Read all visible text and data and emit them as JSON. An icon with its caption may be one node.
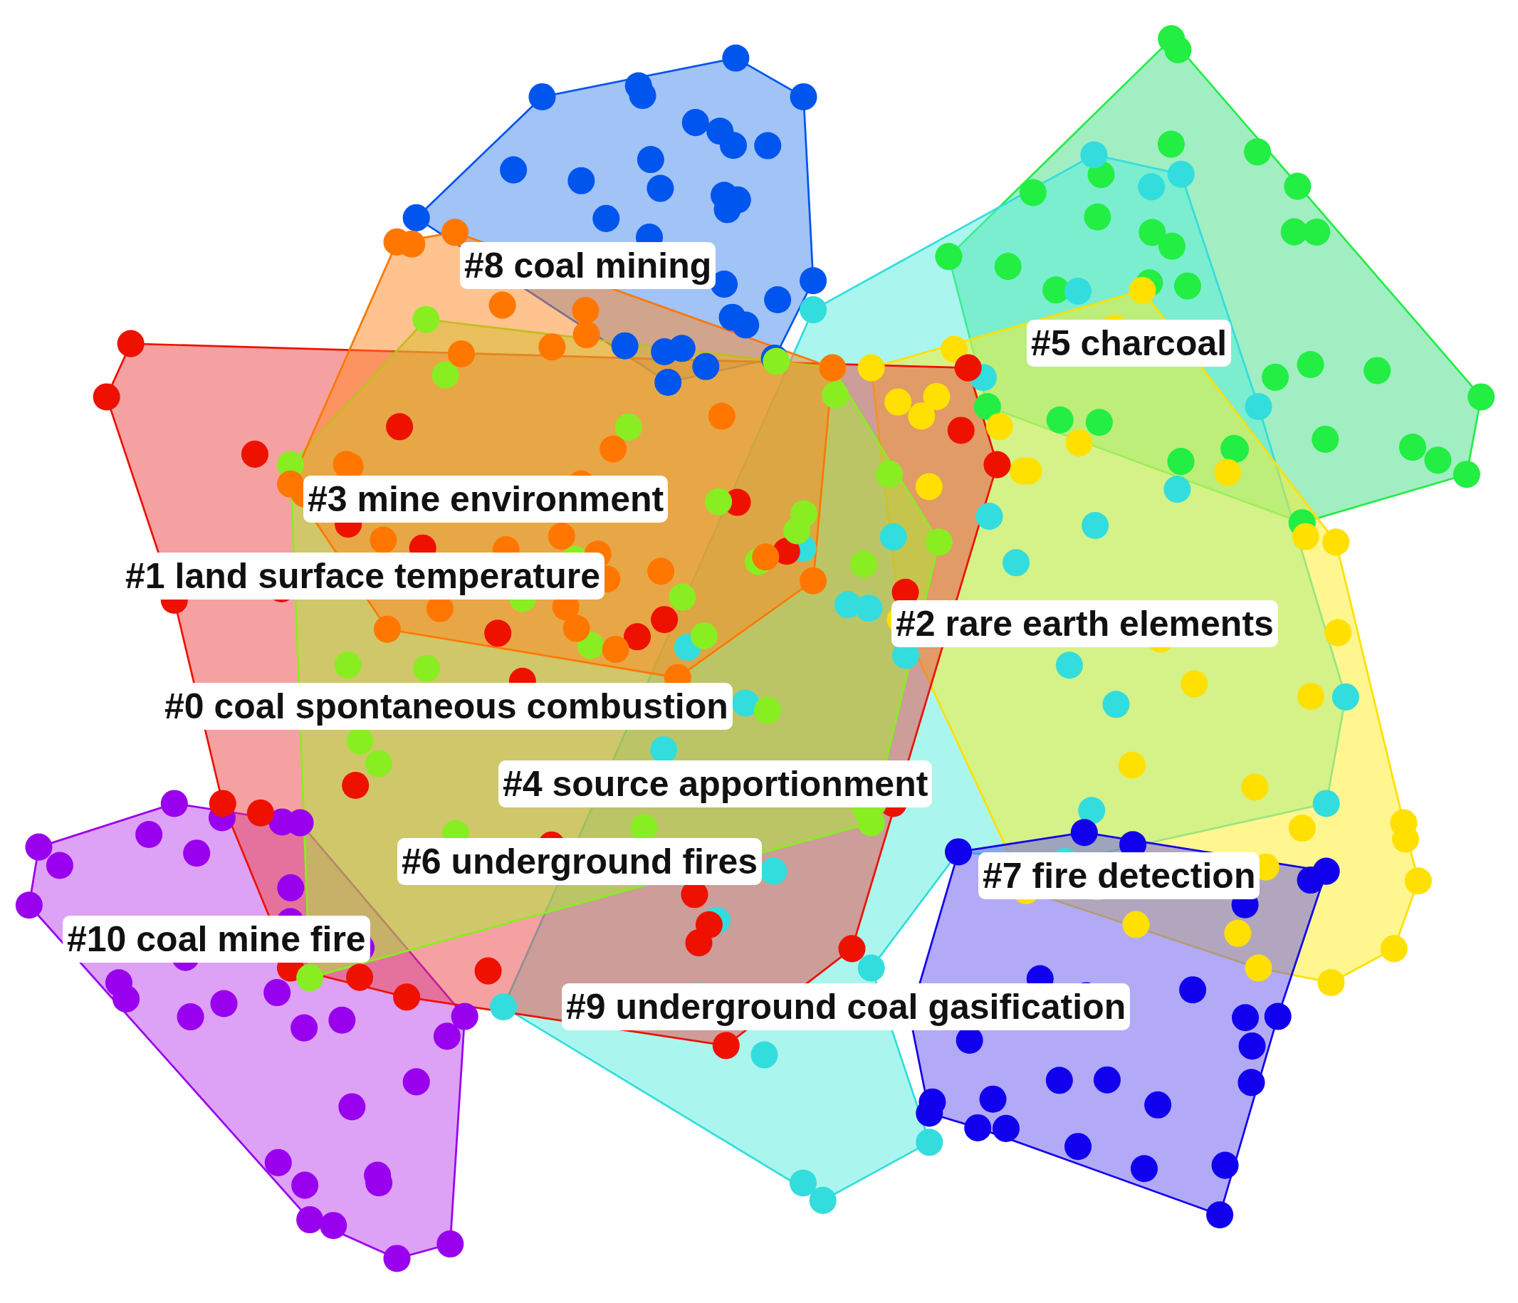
{
  "diagram": {
    "labels": [
      "#8 coal mining",
      "#5 charcoal",
      "#3 mine environment",
      "#1 land surface temperature",
      "#2 rare earth elements",
      "#0 coal spontaneous combustion",
      "#4 source apportionment",
      "#6 underground fires",
      "#7 fire detection",
      "#10 coal mine fire",
      "#9 underground coal gasification"
    ]
  }
}
